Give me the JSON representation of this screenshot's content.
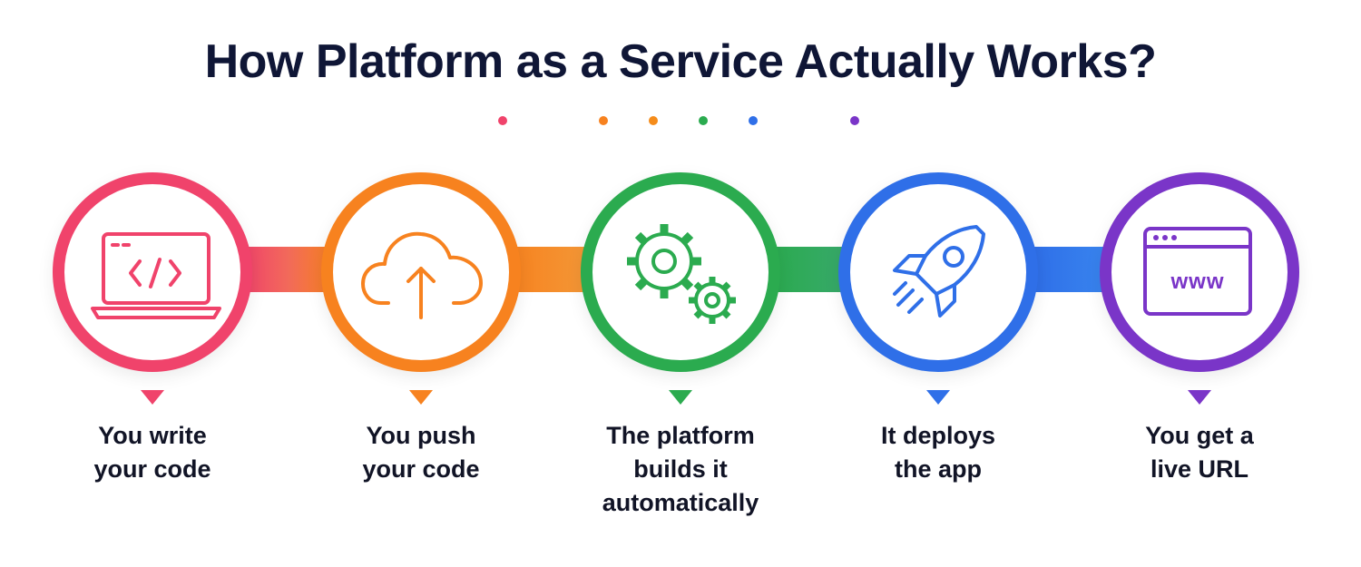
{
  "title": "How Platform as a Service Actually Works?",
  "colors": {
    "title": "#0f1636",
    "pink": "#f0436b",
    "orange": "#f7821f",
    "green": "#2bab4f",
    "blue": "#2f6fe8",
    "purple": "#7a35c8"
  },
  "steps": [
    {
      "icon": "laptop-code-icon",
      "color": "#f0436b",
      "lines": [
        "You write",
        "your code"
      ]
    },
    {
      "icon": "cloud-upload-icon",
      "color": "#f7821f",
      "lines": [
        "You push",
        "your code"
      ]
    },
    {
      "icon": "gears-icon",
      "color": "#2bab4f",
      "lines": [
        "The platform",
        "builds it",
        "automatically"
      ]
    },
    {
      "icon": "rocket-icon",
      "color": "#2f6fe8",
      "lines": [
        "It deploys",
        "the app"
      ]
    },
    {
      "icon": "browser-www-icon",
      "color": "#7a35c8",
      "lines": [
        "You get a",
        "live URL"
      ]
    }
  ],
  "browser_text": "www"
}
